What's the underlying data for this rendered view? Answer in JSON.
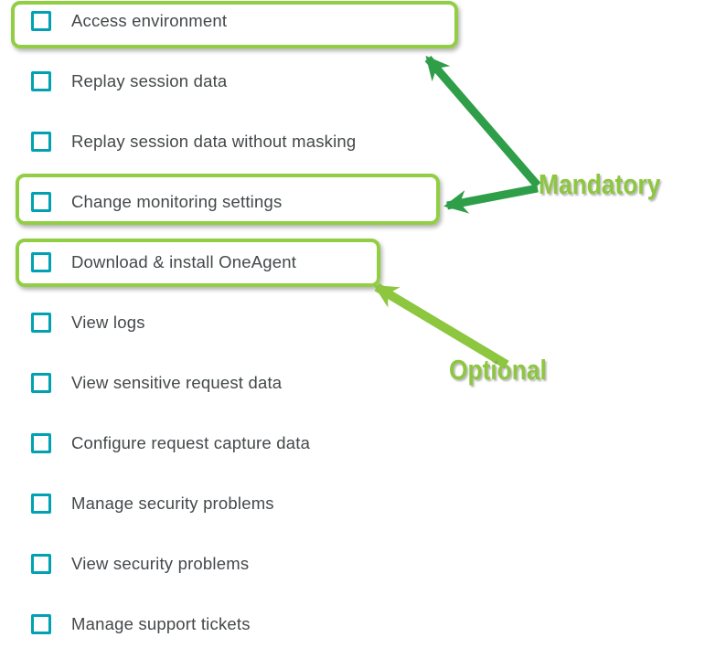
{
  "permissions": {
    "items": [
      {
        "label": "Access environment",
        "checked": false,
        "annotation": "mandatory"
      },
      {
        "label": "Replay session data",
        "checked": false,
        "annotation": null
      },
      {
        "label": "Replay session data without masking",
        "checked": false,
        "annotation": null
      },
      {
        "label": "Change monitoring settings",
        "checked": false,
        "annotation": "mandatory"
      },
      {
        "label": "Download & install OneAgent",
        "checked": false,
        "annotation": "optional"
      },
      {
        "label": "View logs",
        "checked": false,
        "annotation": null
      },
      {
        "label": "View sensitive request data",
        "checked": false,
        "annotation": null
      },
      {
        "label": "Configure request capture data",
        "checked": false,
        "annotation": null
      },
      {
        "label": "Manage security problems",
        "checked": false,
        "annotation": null
      },
      {
        "label": "View security problems",
        "checked": false,
        "annotation": null
      },
      {
        "label": "Manage support tickets",
        "checked": false,
        "annotation": null
      }
    ]
  },
  "annotations": {
    "mandatory_label": "Mandatory",
    "optional_label": "Optional"
  },
  "colors": {
    "checkbox_border": "#00a1b2",
    "label_text": "#44484a",
    "highlight_box_border": "#92ce43",
    "mandatory_arrow": "#2f9e48",
    "optional_arrow": "#8dc63f",
    "annotation_text": "#8dc63f"
  }
}
